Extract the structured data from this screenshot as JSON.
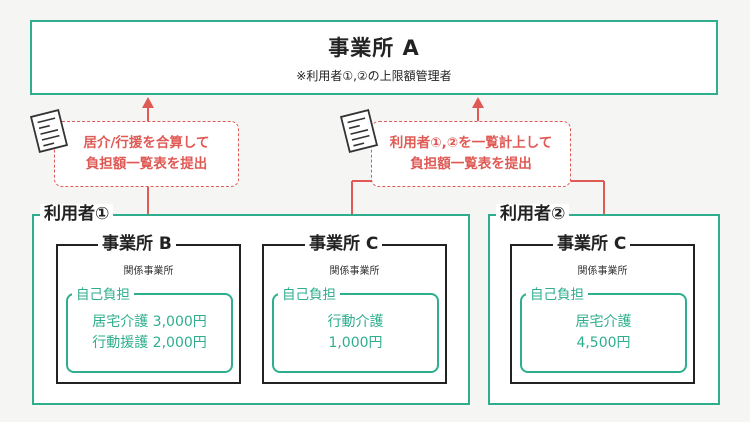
{
  "top_office": {
    "title": "事業所 A",
    "subtitle": "※利用者①,②の上限額管理者"
  },
  "notes": {
    "left": {
      "line1": "居介/行援を合算して",
      "line2": "負担額一覧表を提出"
    },
    "right": {
      "line1": "利用者①,②を一覧計上して",
      "line2": "負担額一覧表を提出"
    }
  },
  "users": {
    "user1": {
      "label": "利用者①",
      "office_b": {
        "title": "事業所 B",
        "subtitle": "関係事業所",
        "burden_label": "自己負担",
        "lines": [
          "居宅介護 3,000円",
          "行動援護 2,000円"
        ]
      },
      "office_c": {
        "title": "事業所 C",
        "subtitle": "関係事業所",
        "burden_label": "自己負担",
        "lines": [
          "行動介護",
          "1,000円"
        ]
      }
    },
    "user2": {
      "label": "利用者②",
      "office_c": {
        "title": "事業所 C",
        "subtitle": "関係事業所",
        "burden_label": "自己負担",
        "lines": [
          "居宅介護",
          "4,500円"
        ]
      }
    }
  },
  "colors": {
    "accent_green": "#2fae8e",
    "accent_red": "#e05a55",
    "background": "#f5f5f3"
  },
  "icons": [
    "document-icon"
  ]
}
